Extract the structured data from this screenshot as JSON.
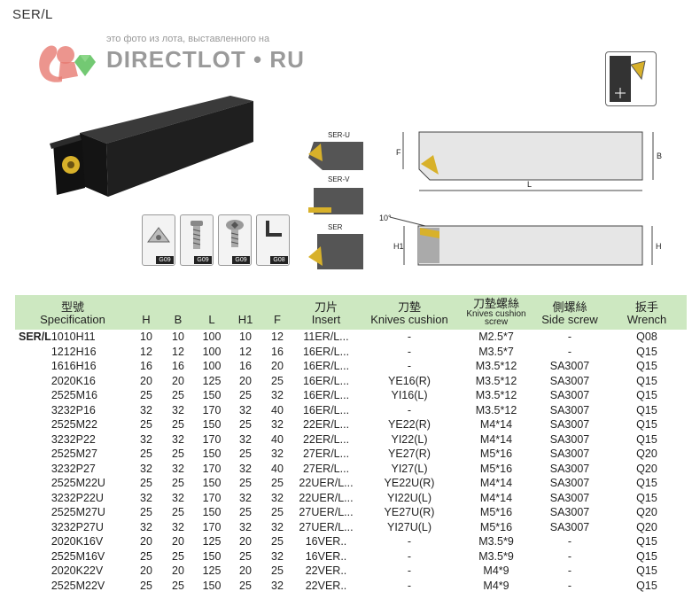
{
  "series_title": "SER/L",
  "watermark": {
    "caption": "это фото из лота, выставленного на",
    "brand": "DIRECTLOT • RU"
  },
  "insert_labels": [
    "SER-U",
    "SER-V",
    "SER"
  ],
  "part_codes": [
    "G09",
    "G09",
    "G09",
    "G08"
  ],
  "drawing_labels": {
    "top": {
      "F": "F",
      "B": "B",
      "L": "L"
    },
    "bottom": {
      "angle": "10°",
      "H1": "H1",
      "H": "H"
    }
  },
  "table": {
    "headers": {
      "spec_cn": "型號",
      "spec_en": "Specification",
      "H": "H",
      "B": "B",
      "L": "L",
      "H1": "H1",
      "F": "F",
      "insert_cn": "刀片",
      "insert_en": "Insert",
      "cushion_cn": "刀墊",
      "cushion_en": "Knives cushion",
      "screw_cn": "刀墊螺絲",
      "screw_en": "Knives cushion screw",
      "side_cn": "側螺絲",
      "side_en": "Side screw",
      "wrench_cn": "扳手",
      "wrench_en": "Wrench"
    },
    "prefix": "SER/L",
    "rows": [
      {
        "code": "1010H11",
        "H": "10",
        "B": "10",
        "L": "100",
        "H1": "10",
        "F": "12",
        "insert": "11ER/L...",
        "cushion": "-",
        "screw": "M2.5*7",
        "side": "-",
        "wrench": "Q08"
      },
      {
        "code": "1212H16",
        "H": "12",
        "B": "12",
        "L": "100",
        "H1": "12",
        "F": "16",
        "insert": "16ER/L...",
        "cushion": "-",
        "screw": "M3.5*7",
        "side": "-",
        "wrench": "Q15"
      },
      {
        "code": "1616H16",
        "H": "16",
        "B": "16",
        "L": "100",
        "H1": "16",
        "F": "20",
        "insert": "16ER/L...",
        "cushion": "-",
        "screw": "M3.5*12",
        "side": "SA3007",
        "wrench": "Q15"
      },
      {
        "code": "2020K16",
        "H": "20",
        "B": "20",
        "L": "125",
        "H1": "20",
        "F": "25",
        "insert": "16ER/L...",
        "cushion": "YE16(R)",
        "screw": "M3.5*12",
        "side": "SA3007",
        "wrench": "Q15"
      },
      {
        "code": "2525M16",
        "H": "25",
        "B": "25",
        "L": "150",
        "H1": "25",
        "F": "32",
        "insert": "16ER/L...",
        "cushion": "YI16(L)",
        "screw": "M3.5*12",
        "side": "SA3007",
        "wrench": "Q15"
      },
      {
        "code": "3232P16",
        "H": "32",
        "B": "32",
        "L": "170",
        "H1": "32",
        "F": "40",
        "insert": "16ER/L...",
        "cushion": "-",
        "screw": "M3.5*12",
        "side": "SA3007",
        "wrench": "Q15"
      },
      {
        "code": "2525M22",
        "H": "25",
        "B": "25",
        "L": "150",
        "H1": "25",
        "F": "32",
        "insert": "22ER/L...",
        "cushion": "YE22(R)",
        "screw": "M4*14",
        "side": "SA3007",
        "wrench": "Q15"
      },
      {
        "code": "3232P22",
        "H": "32",
        "B": "32",
        "L": "170",
        "H1": "32",
        "F": "40",
        "insert": "22ER/L...",
        "cushion": "YI22(L)",
        "screw": "M4*14",
        "side": "SA3007",
        "wrench": "Q15"
      },
      {
        "code": "2525M27",
        "H": "25",
        "B": "25",
        "L": "150",
        "H1": "25",
        "F": "32",
        "insert": "27ER/L...",
        "cushion": "YE27(R)",
        "screw": "M5*16",
        "side": "SA3007",
        "wrench": "Q20"
      },
      {
        "code": "3232P27",
        "H": "32",
        "B": "32",
        "L": "170",
        "H1": "32",
        "F": "40",
        "insert": "27ER/L...",
        "cushion": "YI27(L)",
        "screw": "M5*16",
        "side": "SA3007",
        "wrench": "Q20"
      },
      {
        "code": "2525M22U",
        "H": "25",
        "B": "25",
        "L": "150",
        "H1": "25",
        "F": "25",
        "insert": "22UER/L...",
        "cushion": "YE22U(R)",
        "screw": "M4*14",
        "side": "SA3007",
        "wrench": "Q15"
      },
      {
        "code": "3232P22U",
        "H": "32",
        "B": "32",
        "L": "170",
        "H1": "32",
        "F": "32",
        "insert": "22UER/L...",
        "cushion": "YI22U(L)",
        "screw": "M4*14",
        "side": "SA3007",
        "wrench": "Q15"
      },
      {
        "code": "2525M27U",
        "H": "25",
        "B": "25",
        "L": "150",
        "H1": "25",
        "F": "25",
        "insert": "27UER/L...",
        "cushion": "YE27U(R)",
        "screw": "M5*16",
        "side": "SA3007",
        "wrench": "Q20"
      },
      {
        "code": "3232P27U",
        "H": "32",
        "B": "32",
        "L": "170",
        "H1": "32",
        "F": "32",
        "insert": "27UER/L...",
        "cushion": "YI27U(L)",
        "screw": "M5*16",
        "side": "SA3007",
        "wrench": "Q20"
      },
      {
        "code": "2020K16V",
        "H": "20",
        "B": "20",
        "L": "125",
        "H1": "20",
        "F": "25",
        "insert": "16VER..",
        "cushion": "-",
        "screw": "M3.5*9",
        "side": "-",
        "wrench": "Q15"
      },
      {
        "code": "2525M16V",
        "H": "25",
        "B": "25",
        "L": "150",
        "H1": "25",
        "F": "32",
        "insert": "16VER..",
        "cushion": "-",
        "screw": "M3.5*9",
        "side": "-",
        "wrench": "Q15"
      },
      {
        "code": "2020K22V",
        "H": "20",
        "B": "20",
        "L": "125",
        "H1": "20",
        "F": "25",
        "insert": "22VER..",
        "cushion": "-",
        "screw": "M4*9",
        "side": "-",
        "wrench": "Q15"
      },
      {
        "code": "2525M22V",
        "H": "25",
        "B": "25",
        "L": "150",
        "H1": "25",
        "F": "32",
        "insert": "22VER..",
        "cushion": "-",
        "screw": "M4*9",
        "side": "-",
        "wrench": "Q15"
      }
    ]
  },
  "colors": {
    "header_bg": "#cde8c1",
    "tool_body": "#1d1d1d",
    "insert_gold": "#d8b12a",
    "watermark_red": "#e05a50",
    "watermark_green": "#5bbf5a"
  }
}
